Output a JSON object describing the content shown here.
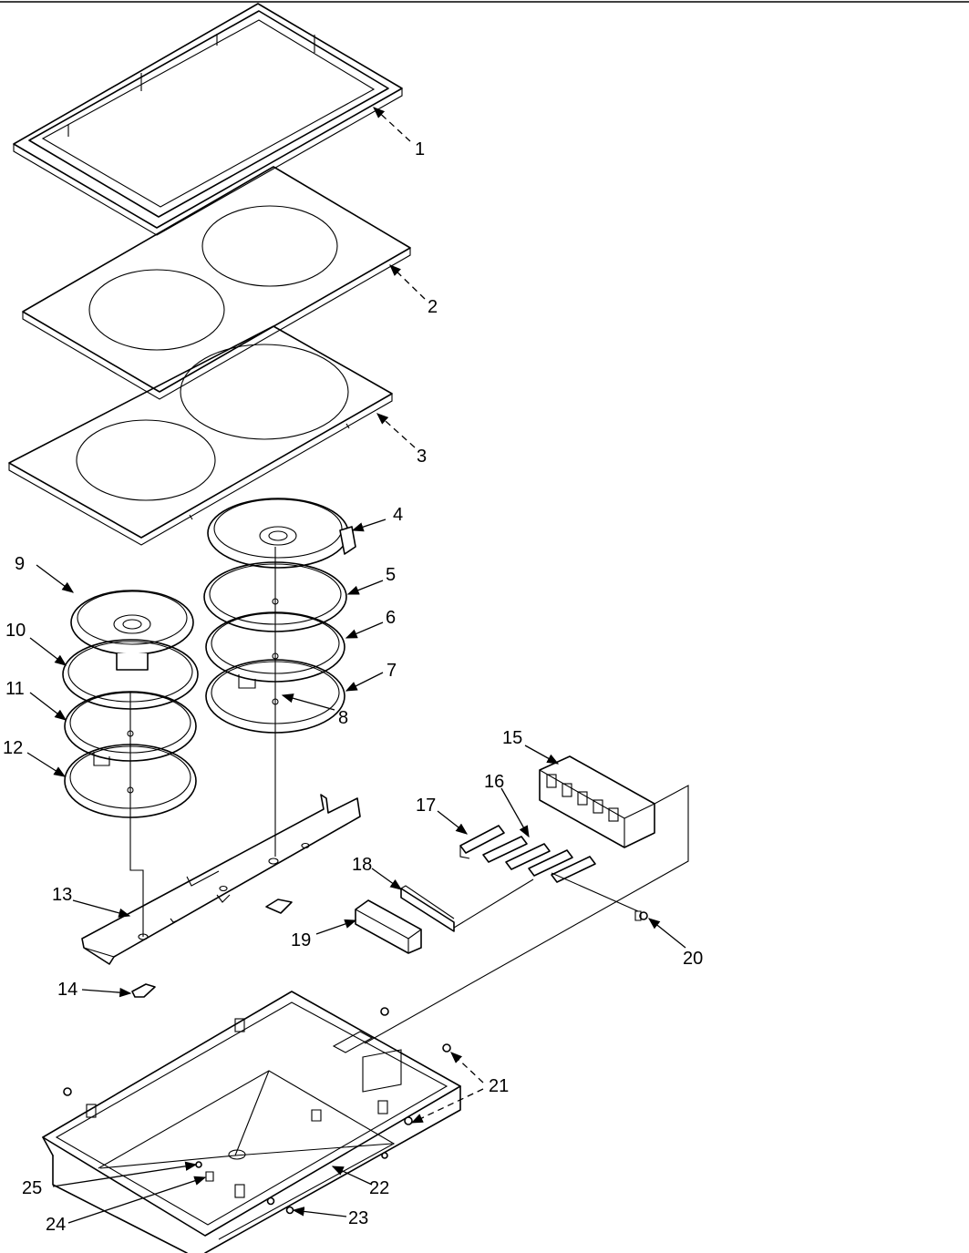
{
  "callouts": [
    {
      "id": "1",
      "text": "1"
    },
    {
      "id": "2",
      "text": "2"
    },
    {
      "id": "3",
      "text": "3"
    },
    {
      "id": "4",
      "text": "4"
    },
    {
      "id": "5",
      "text": "5"
    },
    {
      "id": "6",
      "text": "6"
    },
    {
      "id": "7",
      "text": "7"
    },
    {
      "id": "8",
      "text": "8"
    },
    {
      "id": "9",
      "text": "9"
    },
    {
      "id": "10",
      "text": "10"
    },
    {
      "id": "11",
      "text": "11"
    },
    {
      "id": "12",
      "text": "12"
    },
    {
      "id": "13",
      "text": "13"
    },
    {
      "id": "14",
      "text": "14"
    },
    {
      "id": "15",
      "text": "15"
    },
    {
      "id": "16",
      "text": "16"
    },
    {
      "id": "17",
      "text": "17"
    },
    {
      "id": "18",
      "text": "18"
    },
    {
      "id": "19",
      "text": "19"
    },
    {
      "id": "20",
      "text": "20"
    },
    {
      "id": "21",
      "text": "21"
    },
    {
      "id": "22",
      "text": "22"
    },
    {
      "id": "23",
      "text": "23"
    },
    {
      "id": "24",
      "text": "24"
    },
    {
      "id": "25",
      "text": "25"
    }
  ],
  "colors": {
    "line": "#000000",
    "background": "#ffffff"
  }
}
